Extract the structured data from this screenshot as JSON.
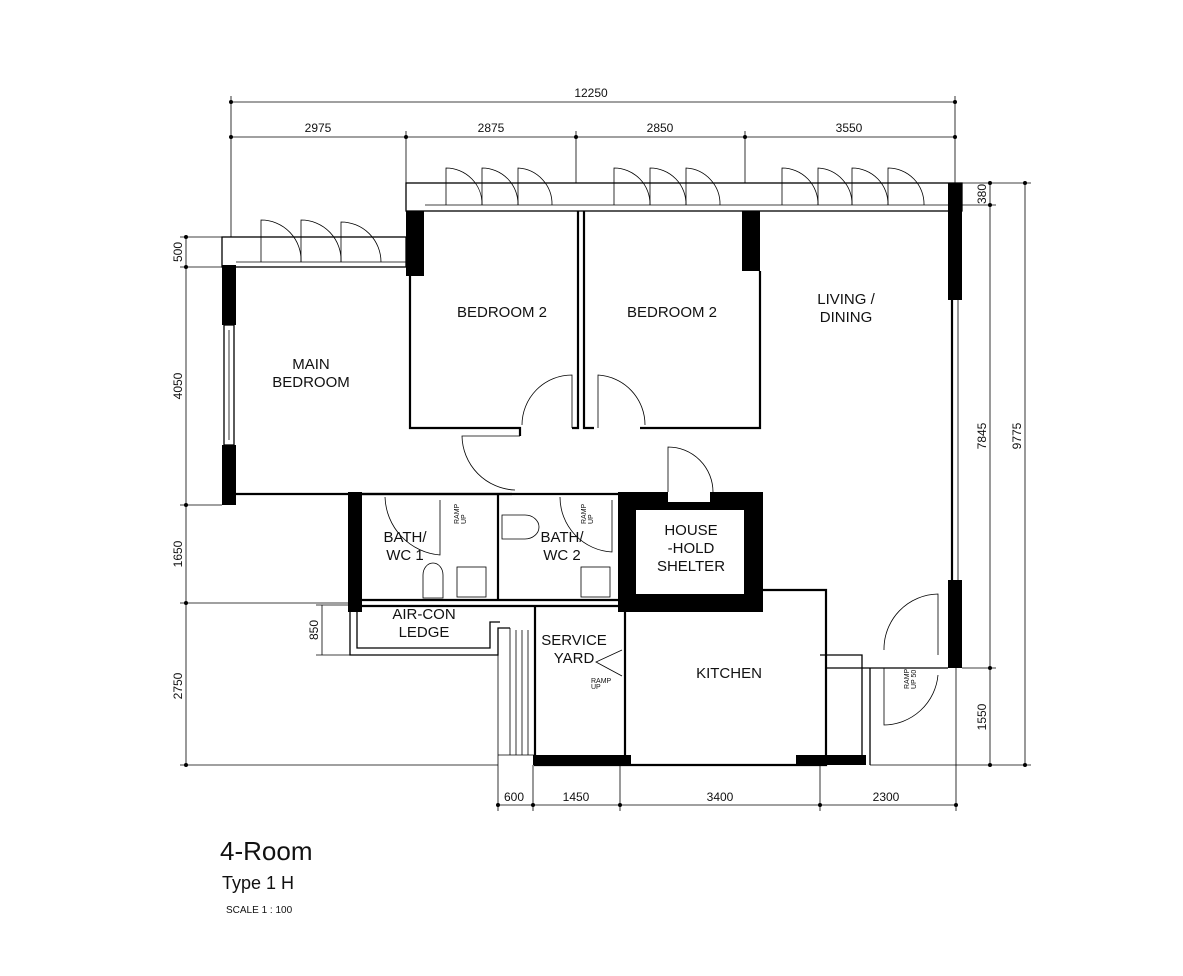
{
  "plan": {
    "title": "4-Room",
    "subtitle": "Type 1 H",
    "scale": "SCALE  1 : 100"
  },
  "rooms": {
    "main_bedroom": [
      "MAIN",
      "BEDROOM"
    ],
    "bedroom_2a": "BEDROOM 2",
    "bedroom_2b": "BEDROOM 2",
    "living": [
      "LIVING /",
      "DINING"
    ],
    "bath1": [
      "BATH/",
      "WC 1"
    ],
    "bath2": [
      "BATH/",
      "WC 2"
    ],
    "shelter": [
      "HOUSE",
      "-HOLD",
      "SHELTER"
    ],
    "aircon": [
      "AIR-CON",
      "LEDGE"
    ],
    "service": [
      "SERVICE",
      "YARD"
    ],
    "kitchen": "KITCHEN",
    "ramp": [
      "RAMP",
      "UP"
    ],
    "ramp50": [
      "RAMP",
      "UP 50"
    ]
  },
  "dimensions": {
    "top_total": "12250",
    "top": [
      "2975",
      "2875",
      "2850",
      "3550"
    ],
    "left": [
      "500",
      "4050",
      "1650",
      "850",
      "2750"
    ],
    "right": [
      "380",
      "7845",
      "9775",
      "1550"
    ],
    "bottom": [
      "600",
      "1450",
      "3400",
      "2300"
    ]
  }
}
